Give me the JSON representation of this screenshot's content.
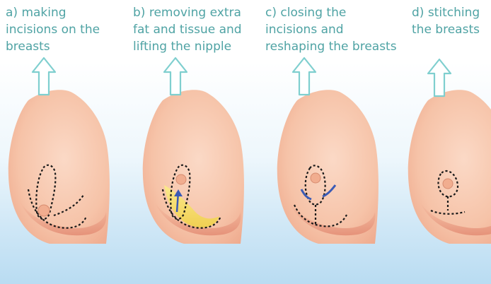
{
  "steps": [
    {
      "label": [
        "a) making",
        "incisions on the",
        "breasts"
      ],
      "name": "step-a",
      "shows": "dotted incision outline"
    },
    {
      "label": [
        "b) removing extra",
        "fat and tissue and",
        "lifting the nipple"
      ],
      "name": "step-b",
      "shows": "excess tissue removed, nipple lifted"
    },
    {
      "label": [
        "c) closing the",
        "incisions and",
        "reshaping the breasts"
      ],
      "name": "step-c",
      "shows": "incision closed with arrows"
    },
    {
      "label": [
        "d) stitching",
        "the breasts"
      ],
      "name": "step-d",
      "shows": "stitch line"
    }
  ],
  "colors": {
    "label_text": "#4fa3a4",
    "arrow_outline": "#7fcfcf",
    "skin": "#f6c6ad",
    "skin_shadow": "#e9a28a",
    "incision_line": "#1a1a1a",
    "excised_tissue": "#f3dc6a",
    "inner_arrow": "#3b5bb5",
    "background_bottom": "#b9dcf2"
  }
}
